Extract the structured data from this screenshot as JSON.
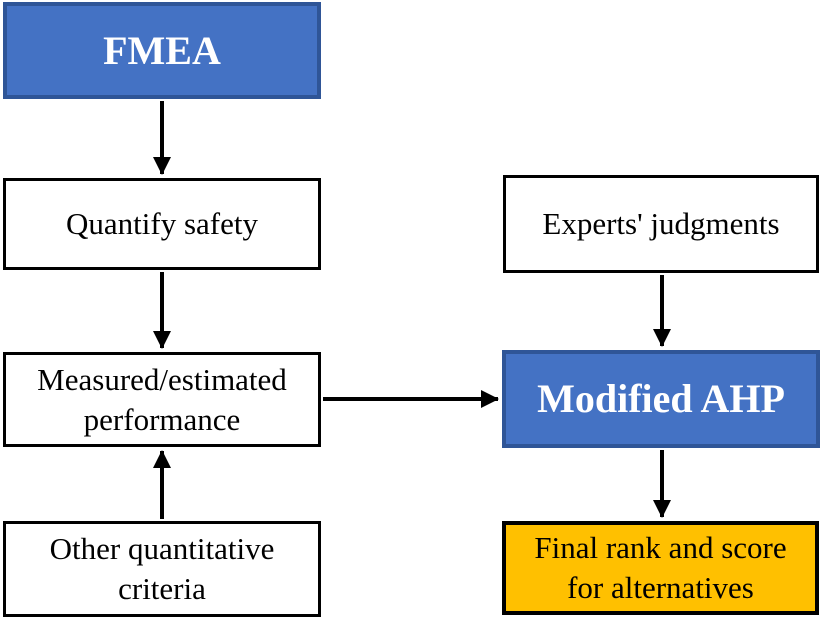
{
  "diagram": {
    "title": "FMEA / Modified AHP decision flow",
    "boxes": {
      "fmea": {
        "label": "FMEA",
        "style": "blue-header"
      },
      "quantify": {
        "label": "Quantify safety",
        "style": "white-process"
      },
      "measured": {
        "label": "Measured/estimated\nperformance",
        "style": "white-process"
      },
      "other": {
        "label": "Other quantitative\ncriteria",
        "style": "white-process"
      },
      "experts": {
        "label": "Experts' judgments",
        "style": "white-process"
      },
      "ahp": {
        "label": "Modified AHP",
        "style": "blue-header"
      },
      "final": {
        "label": "Final rank and score\nfor alternatives",
        "style": "orange-result"
      }
    },
    "arrows": [
      {
        "from": "fmea",
        "to": "quantify",
        "direction": "down"
      },
      {
        "from": "quantify",
        "to": "measured",
        "direction": "down"
      },
      {
        "from": "other",
        "to": "measured",
        "direction": "up"
      },
      {
        "from": "measured",
        "to": "ahp",
        "direction": "right"
      },
      {
        "from": "experts",
        "to": "ahp",
        "direction": "down"
      },
      {
        "from": "ahp",
        "to": "final",
        "direction": "down"
      }
    ],
    "colors": {
      "blue_fill": "#4472C4",
      "blue_border": "#2F5597",
      "orange_fill": "#FFC000",
      "black_border": "#000000",
      "white_fill": "#FFFFFF",
      "title_text": "#FFFFFF",
      "body_text": "#000000",
      "arrow": "#000000",
      "background": "#FFFFFF"
    }
  }
}
